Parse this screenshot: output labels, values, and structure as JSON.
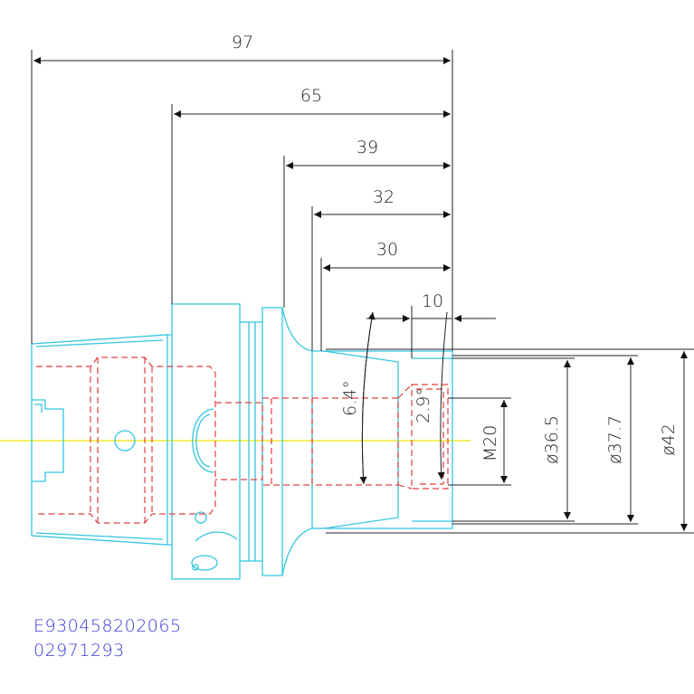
{
  "dimensions": {
    "length_97": "97",
    "length_65": "65",
    "length_39": "39",
    "length_32": "32",
    "length_30": "30",
    "length_10": "10",
    "angle_6_4": "6.4°",
    "angle_2_9": "2.9°",
    "thread_m20": "M20",
    "dia_36_5": "ø36.5",
    "dia_37_7": "ø37.7",
    "dia_42": "ø42"
  },
  "codes": {
    "article": "E930458202065",
    "number": "02971293"
  },
  "colors": {
    "outline": "#33c5e0",
    "hidden": "#e04040",
    "centerline": "#f2e600",
    "code_text": "#3b3bd6"
  }
}
